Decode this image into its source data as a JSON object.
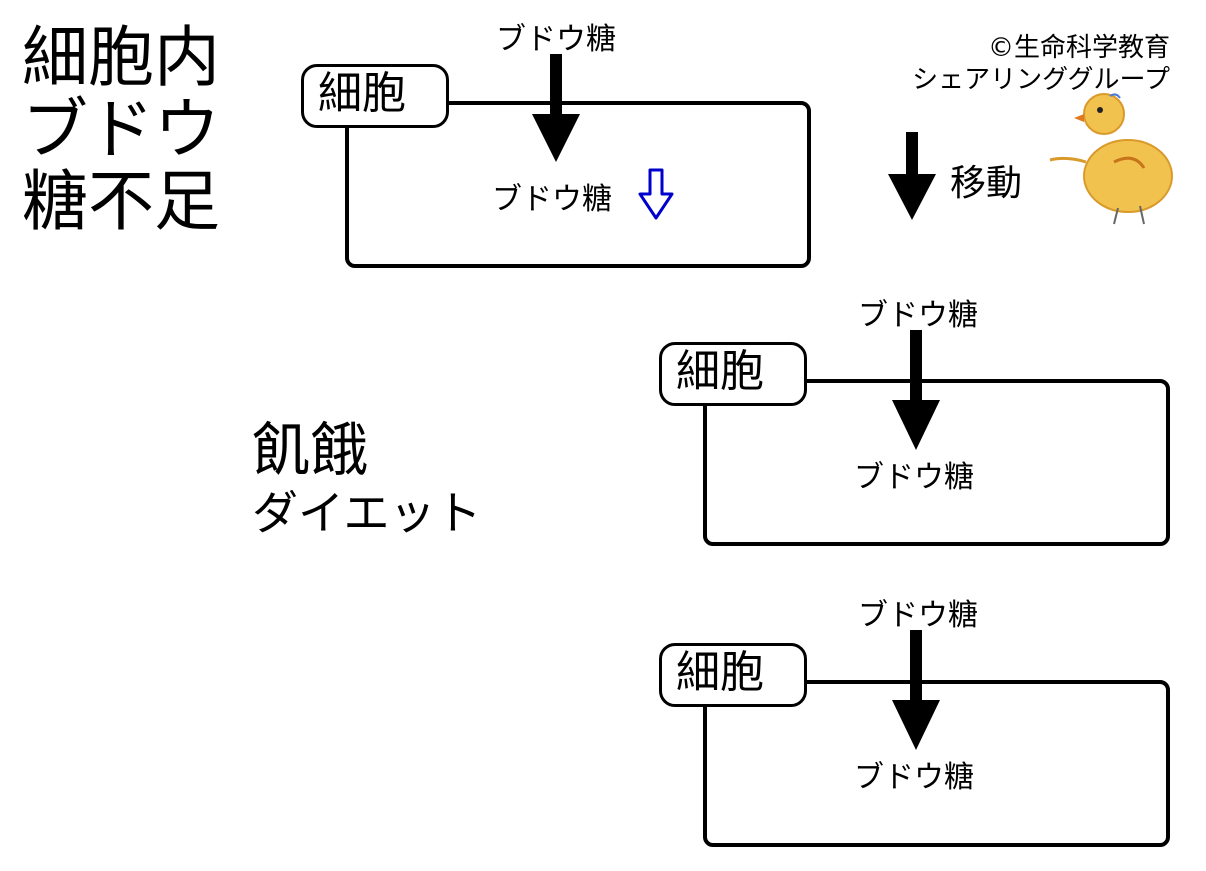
{
  "title": {
    "line1": "細胞内",
    "line2": "ブドウ",
    "line3": "糖不足"
  },
  "copyright": {
    "line1": "©生命科学教育",
    "line2": "シェアリンググループ"
  },
  "condition": {
    "main": "飢餓",
    "sub": "ダイエット"
  },
  "move_label": "移動",
  "cells": [
    {
      "tag": "細胞",
      "outside": "ブドウ糖",
      "inside": "ブドウ糖",
      "decreasing": true
    },
    {
      "tag": "細胞",
      "outside": "ブドウ糖",
      "inside": "ブドウ糖",
      "decreasing": false
    },
    {
      "tag": "細胞",
      "outside": "ブドウ糖",
      "inside": "ブドウ糖",
      "decreasing": false
    }
  ],
  "colors": {
    "decrease_arrow": "#0000cc",
    "chick_body": "#f2c24f",
    "chick_beak": "#e07a1f"
  },
  "icons": {
    "mascot": "chick-icon"
  }
}
